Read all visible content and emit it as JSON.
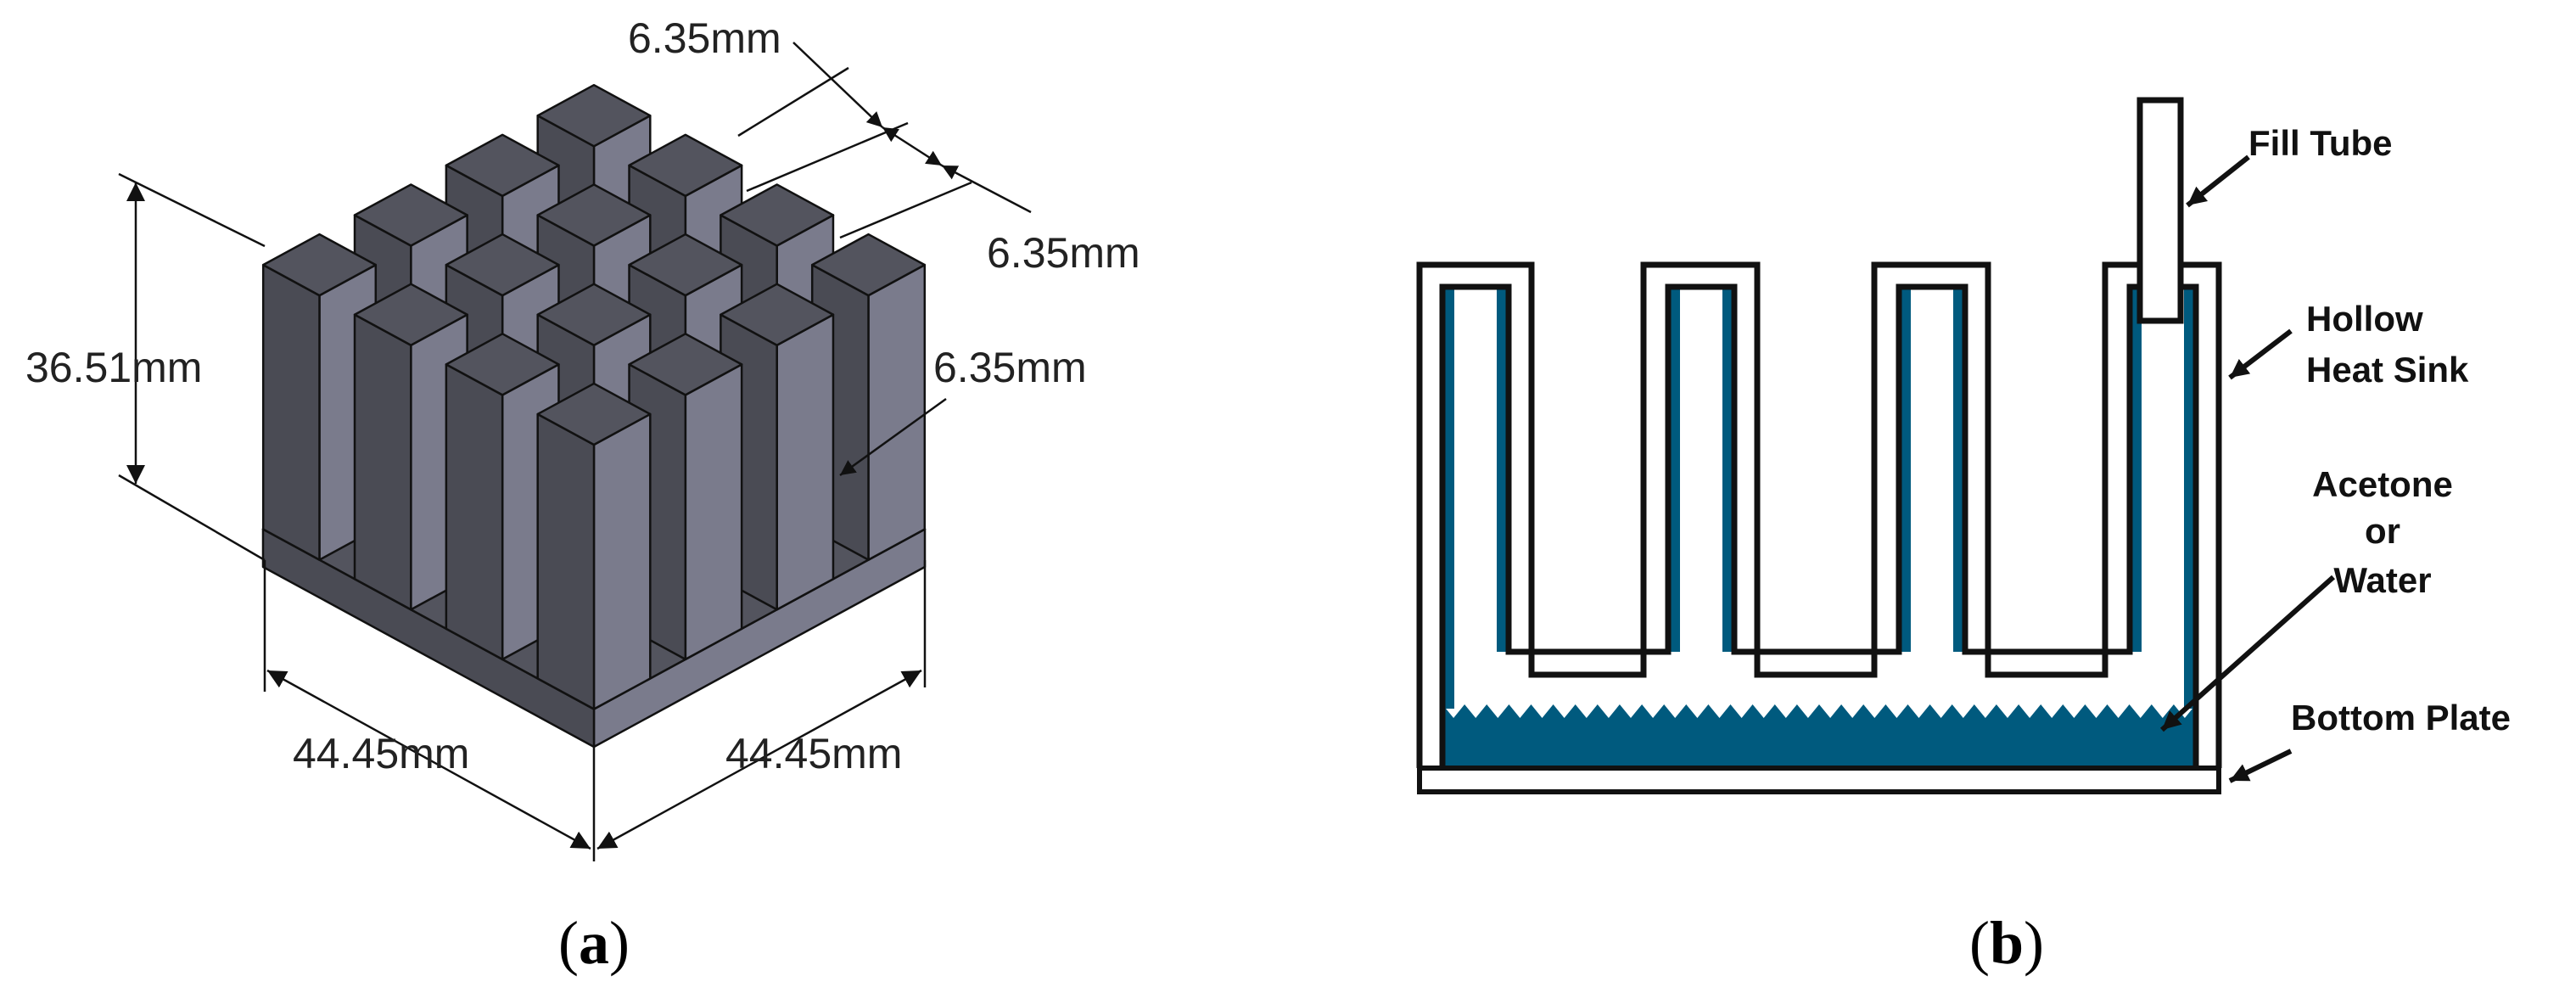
{
  "panel_a": {
    "caption": "a",
    "dimensions": {
      "height": "36.51mm",
      "fin_top_gap": "6.35mm",
      "fin_right_gap": "6.35mm",
      "fin_slot": "6.35mm",
      "base_left": "44.45mm",
      "base_right": "44.45mm"
    },
    "colors": {
      "top": "#53545e",
      "left": "#4a4b54",
      "right": "#7a7b8c",
      "outline": "#111111"
    }
  },
  "panel_b": {
    "caption": "b",
    "labels": {
      "fill_tube": "Fill Tube",
      "hollow_line1": "Hollow",
      "hollow_line2": "Heat Sink",
      "acetone_line1": "Acetone",
      "acetone_line2": "or",
      "acetone_line3": "Water",
      "bottom_plate": "Bottom Plate"
    },
    "colors": {
      "liquid": "#005a7e",
      "wall": "#111111"
    }
  }
}
